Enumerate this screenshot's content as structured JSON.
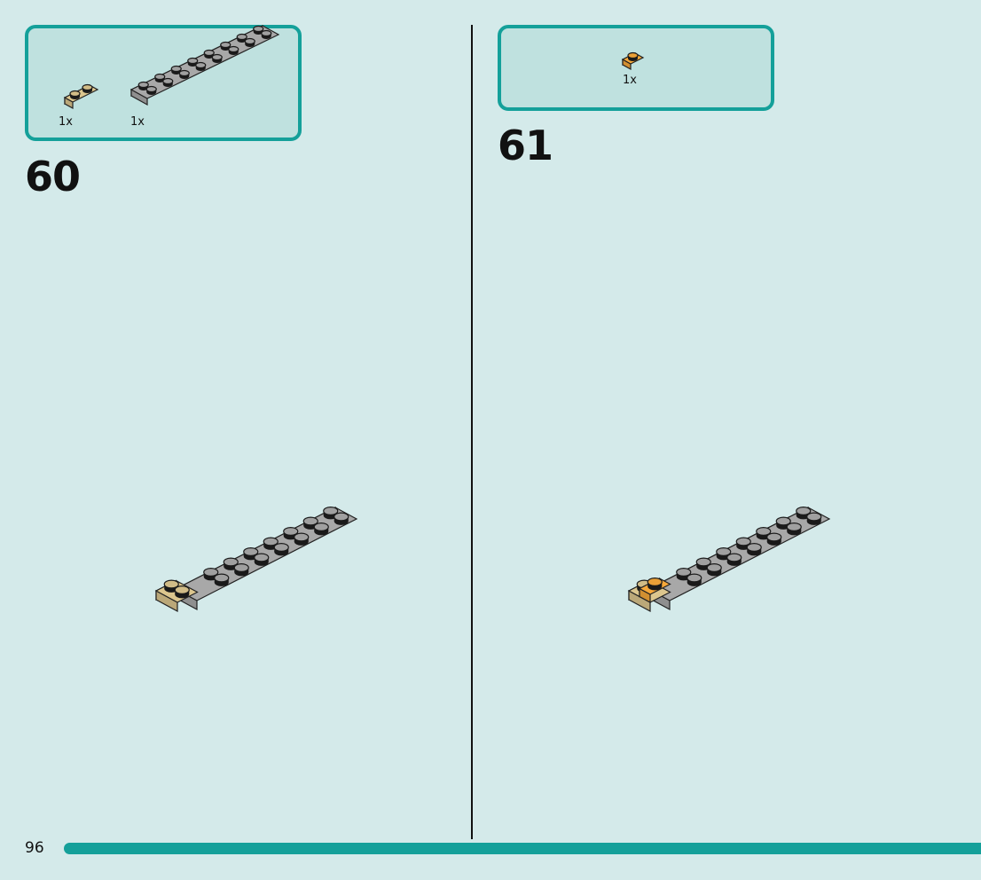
{
  "page_number": "96",
  "steps": [
    {
      "number": "60",
      "parts": [
        {
          "quantity": "1x",
          "part": "plate 1x2",
          "color": "#dcc68e"
        },
        {
          "quantity": "1x",
          "part": "plate 2x8",
          "color": "#a8a8a8"
        }
      ]
    },
    {
      "number": "61",
      "parts": [
        {
          "quantity": "1x",
          "part": "plate 1x1",
          "color": "#f6a83a"
        }
      ]
    }
  ],
  "colors": {
    "background": "#d4eaea",
    "accent": "#14a09a",
    "parts_box_fill": "#bfe1df",
    "gray_plate": "#a8a8a8",
    "tan_plate": "#dcc68e",
    "orange_plate": "#f6a83a"
  }
}
